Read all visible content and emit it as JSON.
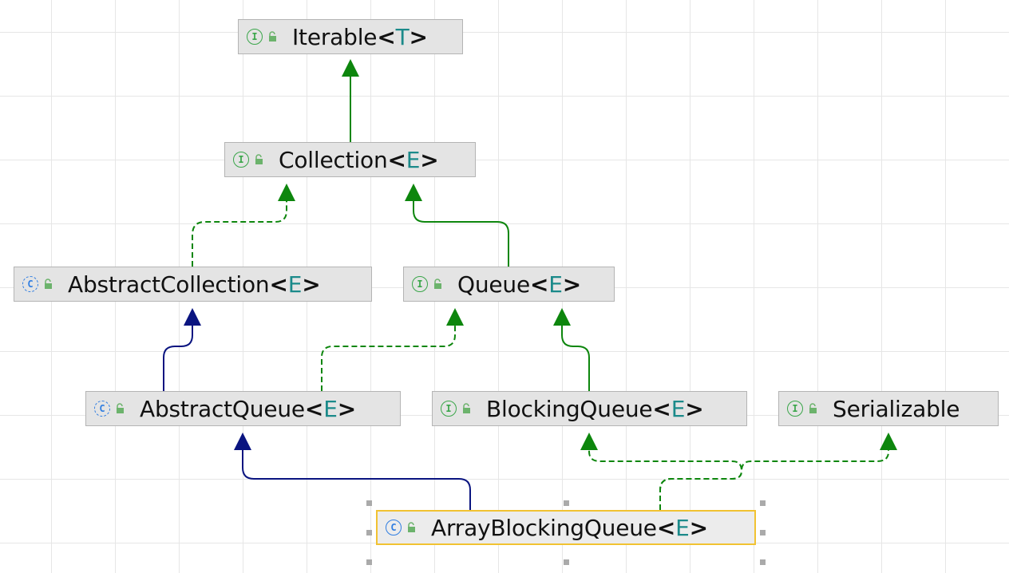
{
  "colors": {
    "generalization_interface": "#0d860d",
    "generalization_class": "#0a1480",
    "selection": "#f1c232",
    "type_param": "#1b8a8a"
  },
  "nodes": {
    "iterable": {
      "kind": "interface",
      "name": "Iterable",
      "type_param": "T"
    },
    "collection": {
      "kind": "interface",
      "name": "Collection",
      "type_param": "E"
    },
    "abstract_collection": {
      "kind": "abstract_class",
      "name": "AbstractCollection",
      "type_param": "E"
    },
    "queue": {
      "kind": "interface",
      "name": "Queue",
      "type_param": "E"
    },
    "abstract_queue": {
      "kind": "abstract_class",
      "name": "AbstractQueue",
      "type_param": "E"
    },
    "blocking_queue": {
      "kind": "interface",
      "name": "BlockingQueue",
      "type_param": "E"
    },
    "serializable": {
      "kind": "interface",
      "name": "Serializable",
      "type_param": ""
    },
    "array_blocking_queue": {
      "kind": "class",
      "name": "ArrayBlockingQueue",
      "type_param": "E",
      "selected": true
    }
  },
  "edges": [
    {
      "from": "collection",
      "to": "iterable",
      "type": "extends",
      "target_kind": "interface"
    },
    {
      "from": "abstract_collection",
      "to": "collection",
      "type": "implements",
      "target_kind": "interface"
    },
    {
      "from": "queue",
      "to": "collection",
      "type": "extends",
      "target_kind": "interface"
    },
    {
      "from": "abstract_queue",
      "to": "abstract_collection",
      "type": "extends",
      "target_kind": "class"
    },
    {
      "from": "abstract_queue",
      "to": "queue",
      "type": "implements",
      "target_kind": "interface"
    },
    {
      "from": "blocking_queue",
      "to": "queue",
      "type": "extends",
      "target_kind": "interface"
    },
    {
      "from": "array_blocking_queue",
      "to": "abstract_queue",
      "type": "extends",
      "target_kind": "class"
    },
    {
      "from": "array_blocking_queue",
      "to": "blocking_queue",
      "type": "implements",
      "target_kind": "interface"
    },
    {
      "from": "array_blocking_queue",
      "to": "serializable",
      "type": "implements",
      "target_kind": "interface"
    }
  ]
}
